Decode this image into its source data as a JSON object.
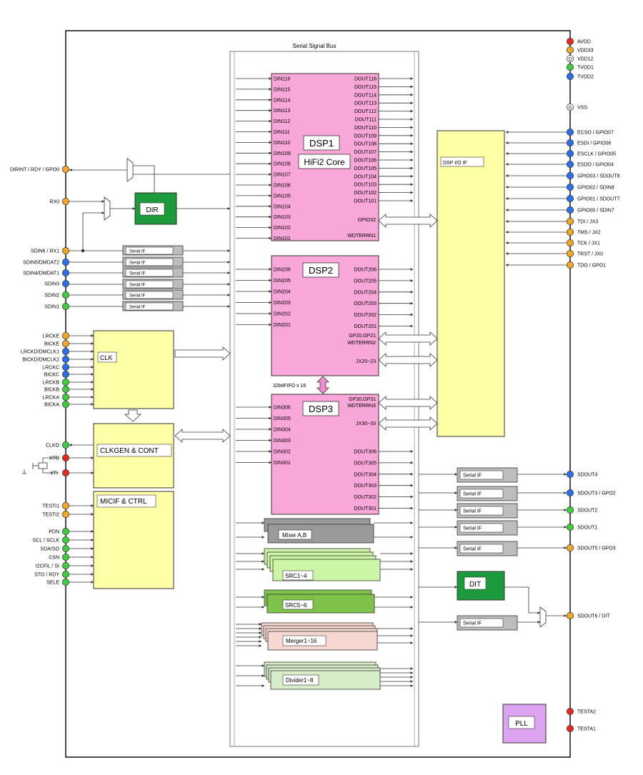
{
  "bus_label": "Serial Signal Bus",
  "colors": {
    "red": "#e8281e",
    "orange": "#f5a623",
    "green": "#3ccf3c",
    "blue": "#2a6ff0",
    "white": "#ffffff",
    "dsp_fill": "#f9a6d8",
    "block_yellow": "#ffffa8",
    "dir_green": "#1c9a3c",
    "serial_grey": "#bdbdbd",
    "src_green": "#ccf5a6",
    "src5_green": "#7fc24a",
    "merger_pink": "#f6d8d0",
    "divider_green": "#d7ecc8",
    "pll_purple": "#dca4f0"
  },
  "right_pins": [
    {
      "label": "AVDD",
      "color": "red"
    },
    {
      "label": "VDD33",
      "color": "orange"
    },
    {
      "label": "VDD12",
      "color": "white"
    },
    {
      "label": "TVDD1",
      "color": "green"
    },
    {
      "label": "TVDD2",
      "color": "blue"
    },
    {
      "label": "VSS",
      "color": "white"
    },
    {
      "label": "ECSO / GPIO07",
      "color": "blue"
    },
    {
      "label": "ESDI / GPIO06",
      "color": "blue"
    },
    {
      "label": "ESCLK / GPIO05",
      "color": "blue"
    },
    {
      "label": "ESDO / GPIO04",
      "color": "blue"
    },
    {
      "label": "GPIO03 / SDOUT8",
      "color": "blue"
    },
    {
      "label": "GPIO02 / SDIN8",
      "color": "blue"
    },
    {
      "label": "GPIO01 / SDOUT7",
      "color": "blue"
    },
    {
      "label": "GPIO00 / SDIN7",
      "color": "blue"
    },
    {
      "label": "TDI / JX3",
      "color": "orange"
    },
    {
      "label": "TMS / JX2",
      "color": "orange"
    },
    {
      "label": "TCK / JX1",
      "color": "orange"
    },
    {
      "label": "TRST / JX0",
      "color": "orange"
    },
    {
      "label": "TDO / GPO1",
      "color": "orange"
    },
    {
      "label": "SDOUT4",
      "color": "blue"
    },
    {
      "label": "SDOUT3 / GPO2",
      "color": "blue"
    },
    {
      "label": "SDOUT2",
      "color": "green"
    },
    {
      "label": "SDOUT1",
      "color": "green"
    },
    {
      "label": "SDOUT5 / GPO3",
      "color": "orange"
    },
    {
      "label": "SDOUT6 / DIT",
      "color": "orange"
    },
    {
      "label": "TESTA2",
      "color": "red"
    },
    {
      "label": "TESTA1",
      "color": "red"
    }
  ],
  "left_pins": [
    {
      "label": "DIRINT / RDY / GPO0",
      "color": "orange"
    },
    {
      "label": "RX0",
      "color": "orange"
    },
    {
      "label": "SDIN6 / RX1",
      "color": "orange"
    },
    {
      "label": "SDIN5/DMDAT2",
      "color": "blue"
    },
    {
      "label": "SDIN4/DMDAT1",
      "color": "blue"
    },
    {
      "label": "SDIN3",
      "color": "blue"
    },
    {
      "label": "SDIN2",
      "color": "green"
    },
    {
      "label": "SDIN1",
      "color": "green"
    },
    {
      "label": "LRCKE",
      "color": "orange"
    },
    {
      "label": "BICKE",
      "color": "orange"
    },
    {
      "label": "LRCKD/DMCLK1",
      "color": "blue"
    },
    {
      "label": "BICKD/DMCLK2",
      "color": "blue"
    },
    {
      "label": "LRCKC",
      "color": "blue"
    },
    {
      "label": "BICKC",
      "color": "blue"
    },
    {
      "label": "LRCKB",
      "color": "green"
    },
    {
      "label": "BICKB",
      "color": "green"
    },
    {
      "label": "LRCKA",
      "color": "green"
    },
    {
      "label": "BICKA",
      "color": "green"
    },
    {
      "label": "CLKO",
      "color": "green"
    },
    {
      "label": "XTO",
      "color": "red"
    },
    {
      "label": "XTI",
      "color": "red"
    },
    {
      "label": "TESTI1",
      "color": "orange"
    },
    {
      "label": "TESTI2",
      "color": "orange"
    },
    {
      "label": "PDN",
      "color": "green"
    },
    {
      "label": "SCL / SCLK",
      "color": "green"
    },
    {
      "label": "SDA/SO",
      "color": "green"
    },
    {
      "label": "CSN",
      "color": "green"
    },
    {
      "label": "I2CFIL / SI",
      "color": "green"
    },
    {
      "label": "STO / RDY",
      "color": "green"
    },
    {
      "label": "SELE",
      "color": "green"
    }
  ],
  "dsp1": {
    "title": "DSP1",
    "subtitle": "HiFi2 Core",
    "inputs": [
      "DIN116",
      "DIN115",
      "DIN114",
      "DIN113",
      "DIN112",
      "DIN111",
      "DIN110",
      "DIN109",
      "DIN108",
      "DIN107",
      "DIN106",
      "DIN105",
      "DIN104",
      "DIN103",
      "DIN102",
      "DIN101"
    ],
    "outputs": [
      "DOUT116",
      "DOUT115",
      "DOUT114",
      "DOUT113",
      "DOUT112",
      "DOUT111",
      "DOUT110",
      "DOUT109",
      "DOUT108",
      "DOUT107",
      "DOUT106",
      "DOUT105",
      "DOUT104",
      "DOUT103",
      "DOUT102",
      "DOUT101"
    ],
    "gpio": "GPIO32",
    "wdt": "WDTERRN1"
  },
  "dsp2": {
    "title": "DSP2",
    "inputs": [
      "DIN206",
      "DIN205",
      "DIN204",
      "DIN203",
      "DIN202",
      "DIN201"
    ],
    "outputs": [
      "DOUT206",
      "DOUT205",
      "DOUT204",
      "DOUT203",
      "DOUT202",
      "DOUT201"
    ],
    "gp": "GP20,GP21",
    "wdt": "WDTERRN2",
    "jx": "JX20~23"
  },
  "fifo_label": "32bitFIFO x 16",
  "dsp3": {
    "title": "DSP3",
    "gp": "GP30,GP31",
    "wdt": "WDTERRN3",
    "jx": "JX30~33",
    "inputs": [
      "DIN306",
      "DIN305",
      "DIN304",
      "DIN303",
      "DIN302",
      "DIN301"
    ],
    "outputs": [
      "DOUT306",
      "DOUT305",
      "DOUT304",
      "DOUT303",
      "DOUT302",
      "DOUT301"
    ]
  },
  "dir_label": "DIR",
  "dsp_io_label": "DSP I/O IF",
  "serial_if_label": "Serial IF",
  "clk_label": "CLK",
  "clkgen_label": "CLKGEN & CONT",
  "micif_label": "MICIF & CTRL",
  "mixer_label": "Mixer A,B",
  "src14_label": "SRC1~4",
  "src56_label": "SRC5~6",
  "merger_label": "Merger1~16",
  "divider_label": "Divider1~8",
  "dit_label": "DIT",
  "pll_label": "PLL"
}
